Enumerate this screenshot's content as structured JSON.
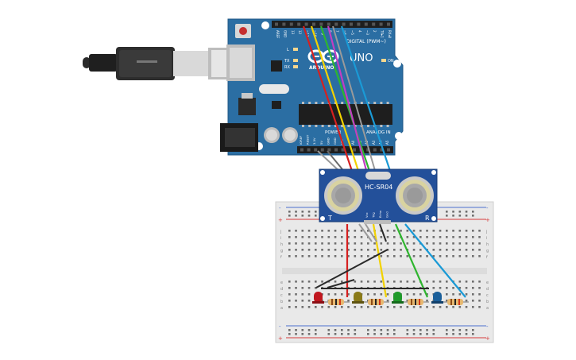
{
  "board": {
    "model": "UNO",
    "brand": "ARDUINO",
    "digital_header": "DIGITAL (PWM~)",
    "analog_header": "ANALOG IN",
    "power_header": "POWER",
    "led_l": "L",
    "led_tx": "TX",
    "led_rx": "RX",
    "led_on": "ON",
    "top_pins": [
      "AREF",
      "GND",
      "13",
      "12",
      "~11",
      "~10",
      "~9",
      "8",
      "7",
      "~6",
      "~5",
      "4",
      "~3",
      "2",
      "TX▸1",
      "RX◂0"
    ],
    "power_pins": [
      "IOREF",
      "RESET",
      "3.3V",
      "5V",
      "GND",
      "GND",
      "VIN"
    ],
    "analog_pins": [
      "A0",
      "A1",
      "A2",
      "A3",
      "A4",
      "A5"
    ]
  },
  "sensor": {
    "model": "HC-SR04",
    "left_mark": "T",
    "right_mark": "R",
    "pins": [
      "Vcc",
      "Trig",
      "Echo",
      "Gnd"
    ]
  },
  "breadboard": {
    "row_letters_top": [
      "j",
      "i",
      "h",
      "g",
      "f"
    ],
    "row_letters_bottom": [
      "e",
      "d",
      "c",
      "b",
      "a"
    ],
    "rail_plus": "+",
    "rail_minus": "-"
  },
  "colors": {
    "board": "#2b6ea3",
    "wire_red": "#d62020",
    "wire_yellow": "#f2d200",
    "wire_green": "#2fb52f",
    "wire_blue": "#1a9ad6",
    "wire_magenta": "#c23ec2",
    "wire_grey": "#8a8a8a",
    "wire_black": "#2a2a2a",
    "led_red": "#c0161e",
    "led_yellow": "#8a7a18",
    "led_green": "#1f9a2a",
    "led_blue": "#1a5f9a"
  }
}
